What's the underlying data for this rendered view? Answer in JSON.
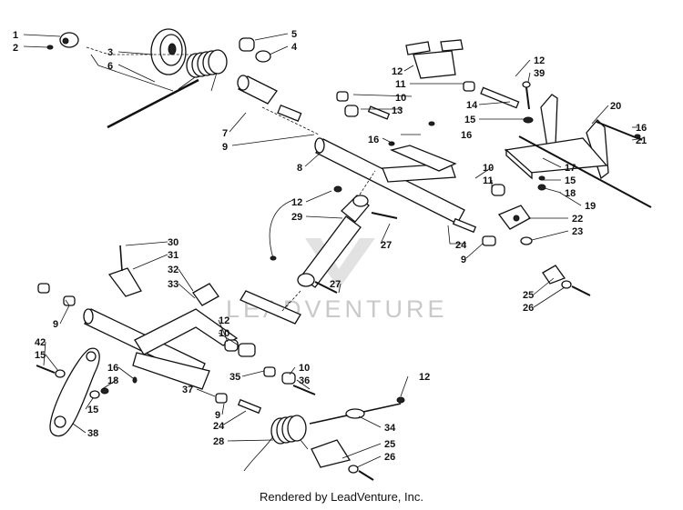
{
  "diagram": {
    "callouts": [
      {
        "id": "c1",
        "text": "1"
      },
      {
        "id": "c2",
        "text": "2"
      },
      {
        "id": "c3",
        "text": "3"
      },
      {
        "id": "c6",
        "text": "6"
      },
      {
        "id": "c5",
        "text": "5"
      },
      {
        "id": "c4",
        "text": "4"
      },
      {
        "id": "c7",
        "text": "7"
      },
      {
        "id": "c9a",
        "text": "9"
      },
      {
        "id": "c8",
        "text": "8"
      },
      {
        "id": "c12a",
        "text": "12"
      },
      {
        "id": "c11a",
        "text": "11"
      },
      {
        "id": "c10a",
        "text": "10"
      },
      {
        "id": "c13",
        "text": "13"
      },
      {
        "id": "c12b",
        "text": "12"
      },
      {
        "id": "c39",
        "text": "39"
      },
      {
        "id": "c14",
        "text": "14"
      },
      {
        "id": "c15a",
        "text": "15"
      },
      {
        "id": "c16a",
        "text": "16"
      },
      {
        "id": "c20",
        "text": "20"
      },
      {
        "id": "c16b",
        "text": "16"
      },
      {
        "id": "c21",
        "text": "21"
      },
      {
        "id": "c16c",
        "text": "16"
      },
      {
        "id": "c17",
        "text": "17"
      },
      {
        "id": "c15b",
        "text": "15"
      },
      {
        "id": "c18a",
        "text": "18"
      },
      {
        "id": "c19",
        "text": "19"
      },
      {
        "id": "c10b",
        "text": "10"
      },
      {
        "id": "c11b",
        "text": "11"
      },
      {
        "id": "c12c",
        "text": "12"
      },
      {
        "id": "c29",
        "text": "29"
      },
      {
        "id": "c27a",
        "text": "27"
      },
      {
        "id": "c22",
        "text": "22"
      },
      {
        "id": "c23",
        "text": "23"
      },
      {
        "id": "c24a",
        "text": "24"
      },
      {
        "id": "c9b",
        "text": "9"
      },
      {
        "id": "c27b",
        "text": "27"
      },
      {
        "id": "c25a",
        "text": "25"
      },
      {
        "id": "c26a",
        "text": "26"
      },
      {
        "id": "c30",
        "text": "30"
      },
      {
        "id": "c31",
        "text": "31"
      },
      {
        "id": "c32",
        "text": "32"
      },
      {
        "id": "c33",
        "text": "33"
      },
      {
        "id": "c9c",
        "text": "9"
      },
      {
        "id": "c42",
        "text": "42"
      },
      {
        "id": "c15c",
        "text": "15"
      },
      {
        "id": "c16d",
        "text": "16"
      },
      {
        "id": "c18b",
        "text": "18"
      },
      {
        "id": "c15d",
        "text": "15"
      },
      {
        "id": "c38",
        "text": "38"
      },
      {
        "id": "c12d",
        "text": "12"
      },
      {
        "id": "c10c",
        "text": "10"
      },
      {
        "id": "c35",
        "text": "35"
      },
      {
        "id": "c10d",
        "text": "10"
      },
      {
        "id": "c36",
        "text": "36"
      },
      {
        "id": "c37",
        "text": "37"
      },
      {
        "id": "c9d",
        "text": "9"
      },
      {
        "id": "c24b",
        "text": "24"
      },
      {
        "id": "c28",
        "text": "28"
      },
      {
        "id": "c12e",
        "text": "12"
      },
      {
        "id": "c34",
        "text": "34"
      },
      {
        "id": "c25b",
        "text": "25"
      },
      {
        "id": "c26b",
        "text": "26"
      }
    ]
  },
  "watermark": {
    "text": "LEADVENTURE"
  },
  "footer": {
    "text": "Rendered by LeadVenture, Inc."
  }
}
